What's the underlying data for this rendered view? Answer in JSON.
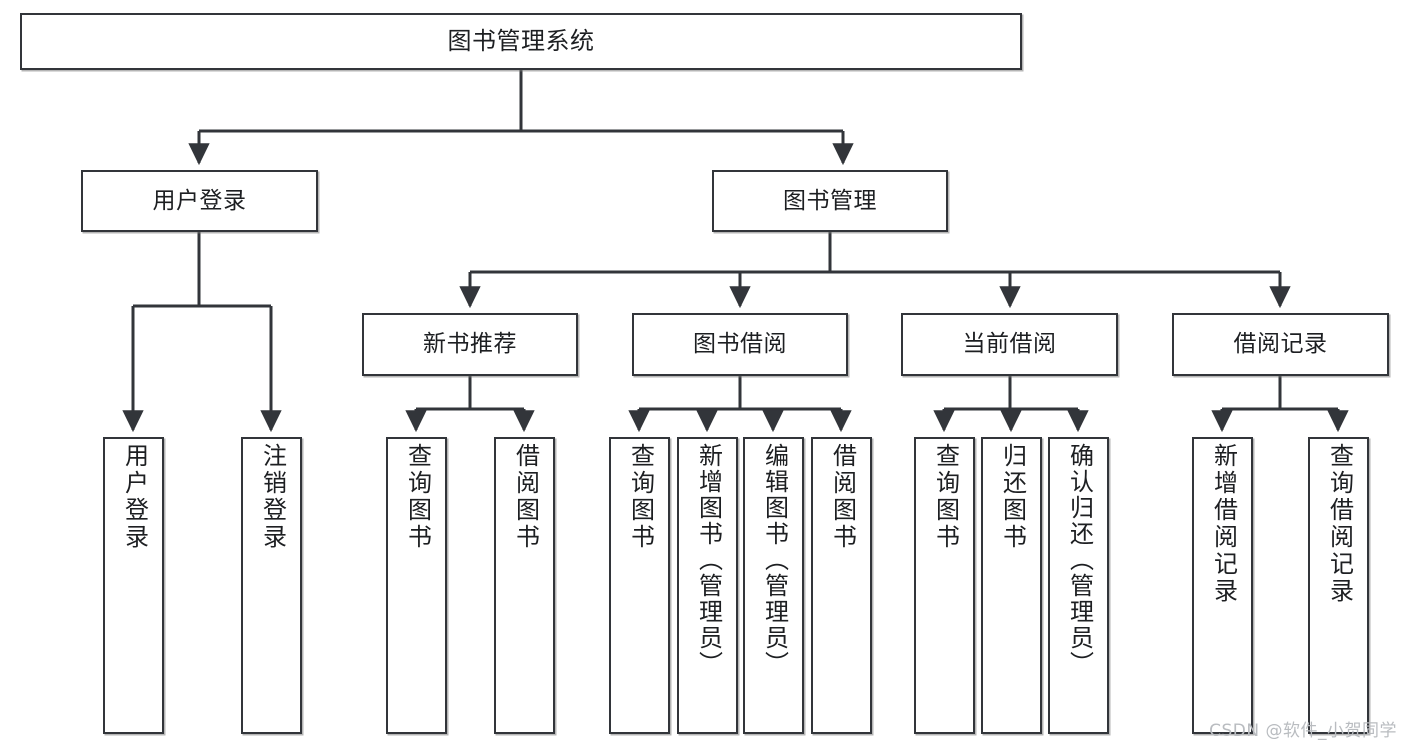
{
  "diagram": {
    "title": "图书管理系统",
    "type": "tree-structure-chart",
    "line_color": "#32353a",
    "node_fill": "#ffffff",
    "text_color": "#1d1f22",
    "watermark": "CSDN @软件_小贺同学",
    "root": {
      "label": "图书管理系统"
    },
    "level2": [
      {
        "label": "用户登录"
      },
      {
        "label": "图书管理"
      }
    ],
    "level3": [
      {
        "label": "新书推荐"
      },
      {
        "label": "图书借阅"
      },
      {
        "label": "当前借阅"
      },
      {
        "label": "借阅记录"
      }
    ],
    "leaves": {
      "user_login": [
        {
          "label": "用户登录"
        },
        {
          "label": "注销登录"
        }
      ],
      "new_book_recommend": [
        {
          "label": "查询图书"
        },
        {
          "label": "借阅图书"
        }
      ],
      "book_borrow": [
        {
          "label": "查询图书"
        },
        {
          "label": "新增图书（管理员）"
        },
        {
          "label": "编辑图书（管理员）"
        },
        {
          "label": "借阅图书"
        }
      ],
      "current_borrow": [
        {
          "label": "查询图书"
        },
        {
          "label": "归还图书"
        },
        {
          "label": "确认归还（管理员）"
        }
      ],
      "borrow_record": [
        {
          "label": "新增借阅记录"
        },
        {
          "label": "查询借阅记录"
        }
      ]
    }
  }
}
